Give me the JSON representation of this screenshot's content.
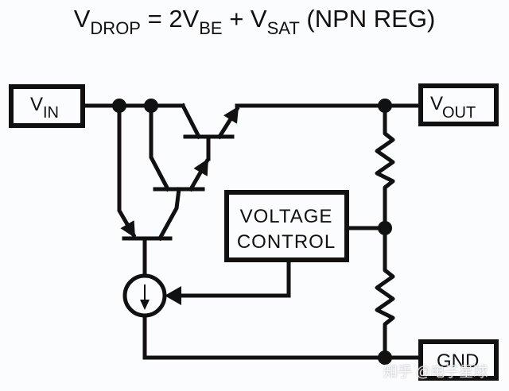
{
  "title": {
    "v1": "V",
    "drop": "DROP",
    "eq": " = 2V",
    "be": "BE",
    "plus": " + V",
    "sat": "SAT",
    "tail": " (NPN REG)"
  },
  "terminals": {
    "vin": {
      "main": "V",
      "sub": "IN"
    },
    "vout": {
      "main": "V",
      "sub": "OUT"
    },
    "gnd": {
      "main": "GND"
    }
  },
  "blocks": {
    "voltage_control": {
      "line1": "VOLTAGE",
      "line2": "CONTROL"
    }
  },
  "components": {
    "transistors": [
      "Q-output NPN",
      "Q-driver NPN",
      "Q-pass PNP"
    ],
    "resistors": [
      "R-upper",
      "R-lower"
    ],
    "current_source": "controlled current source"
  },
  "watermark": {
    "text": "知乎 @电子星球"
  },
  "colors": {
    "ink": "#111111",
    "background": "#fbfcfe"
  }
}
